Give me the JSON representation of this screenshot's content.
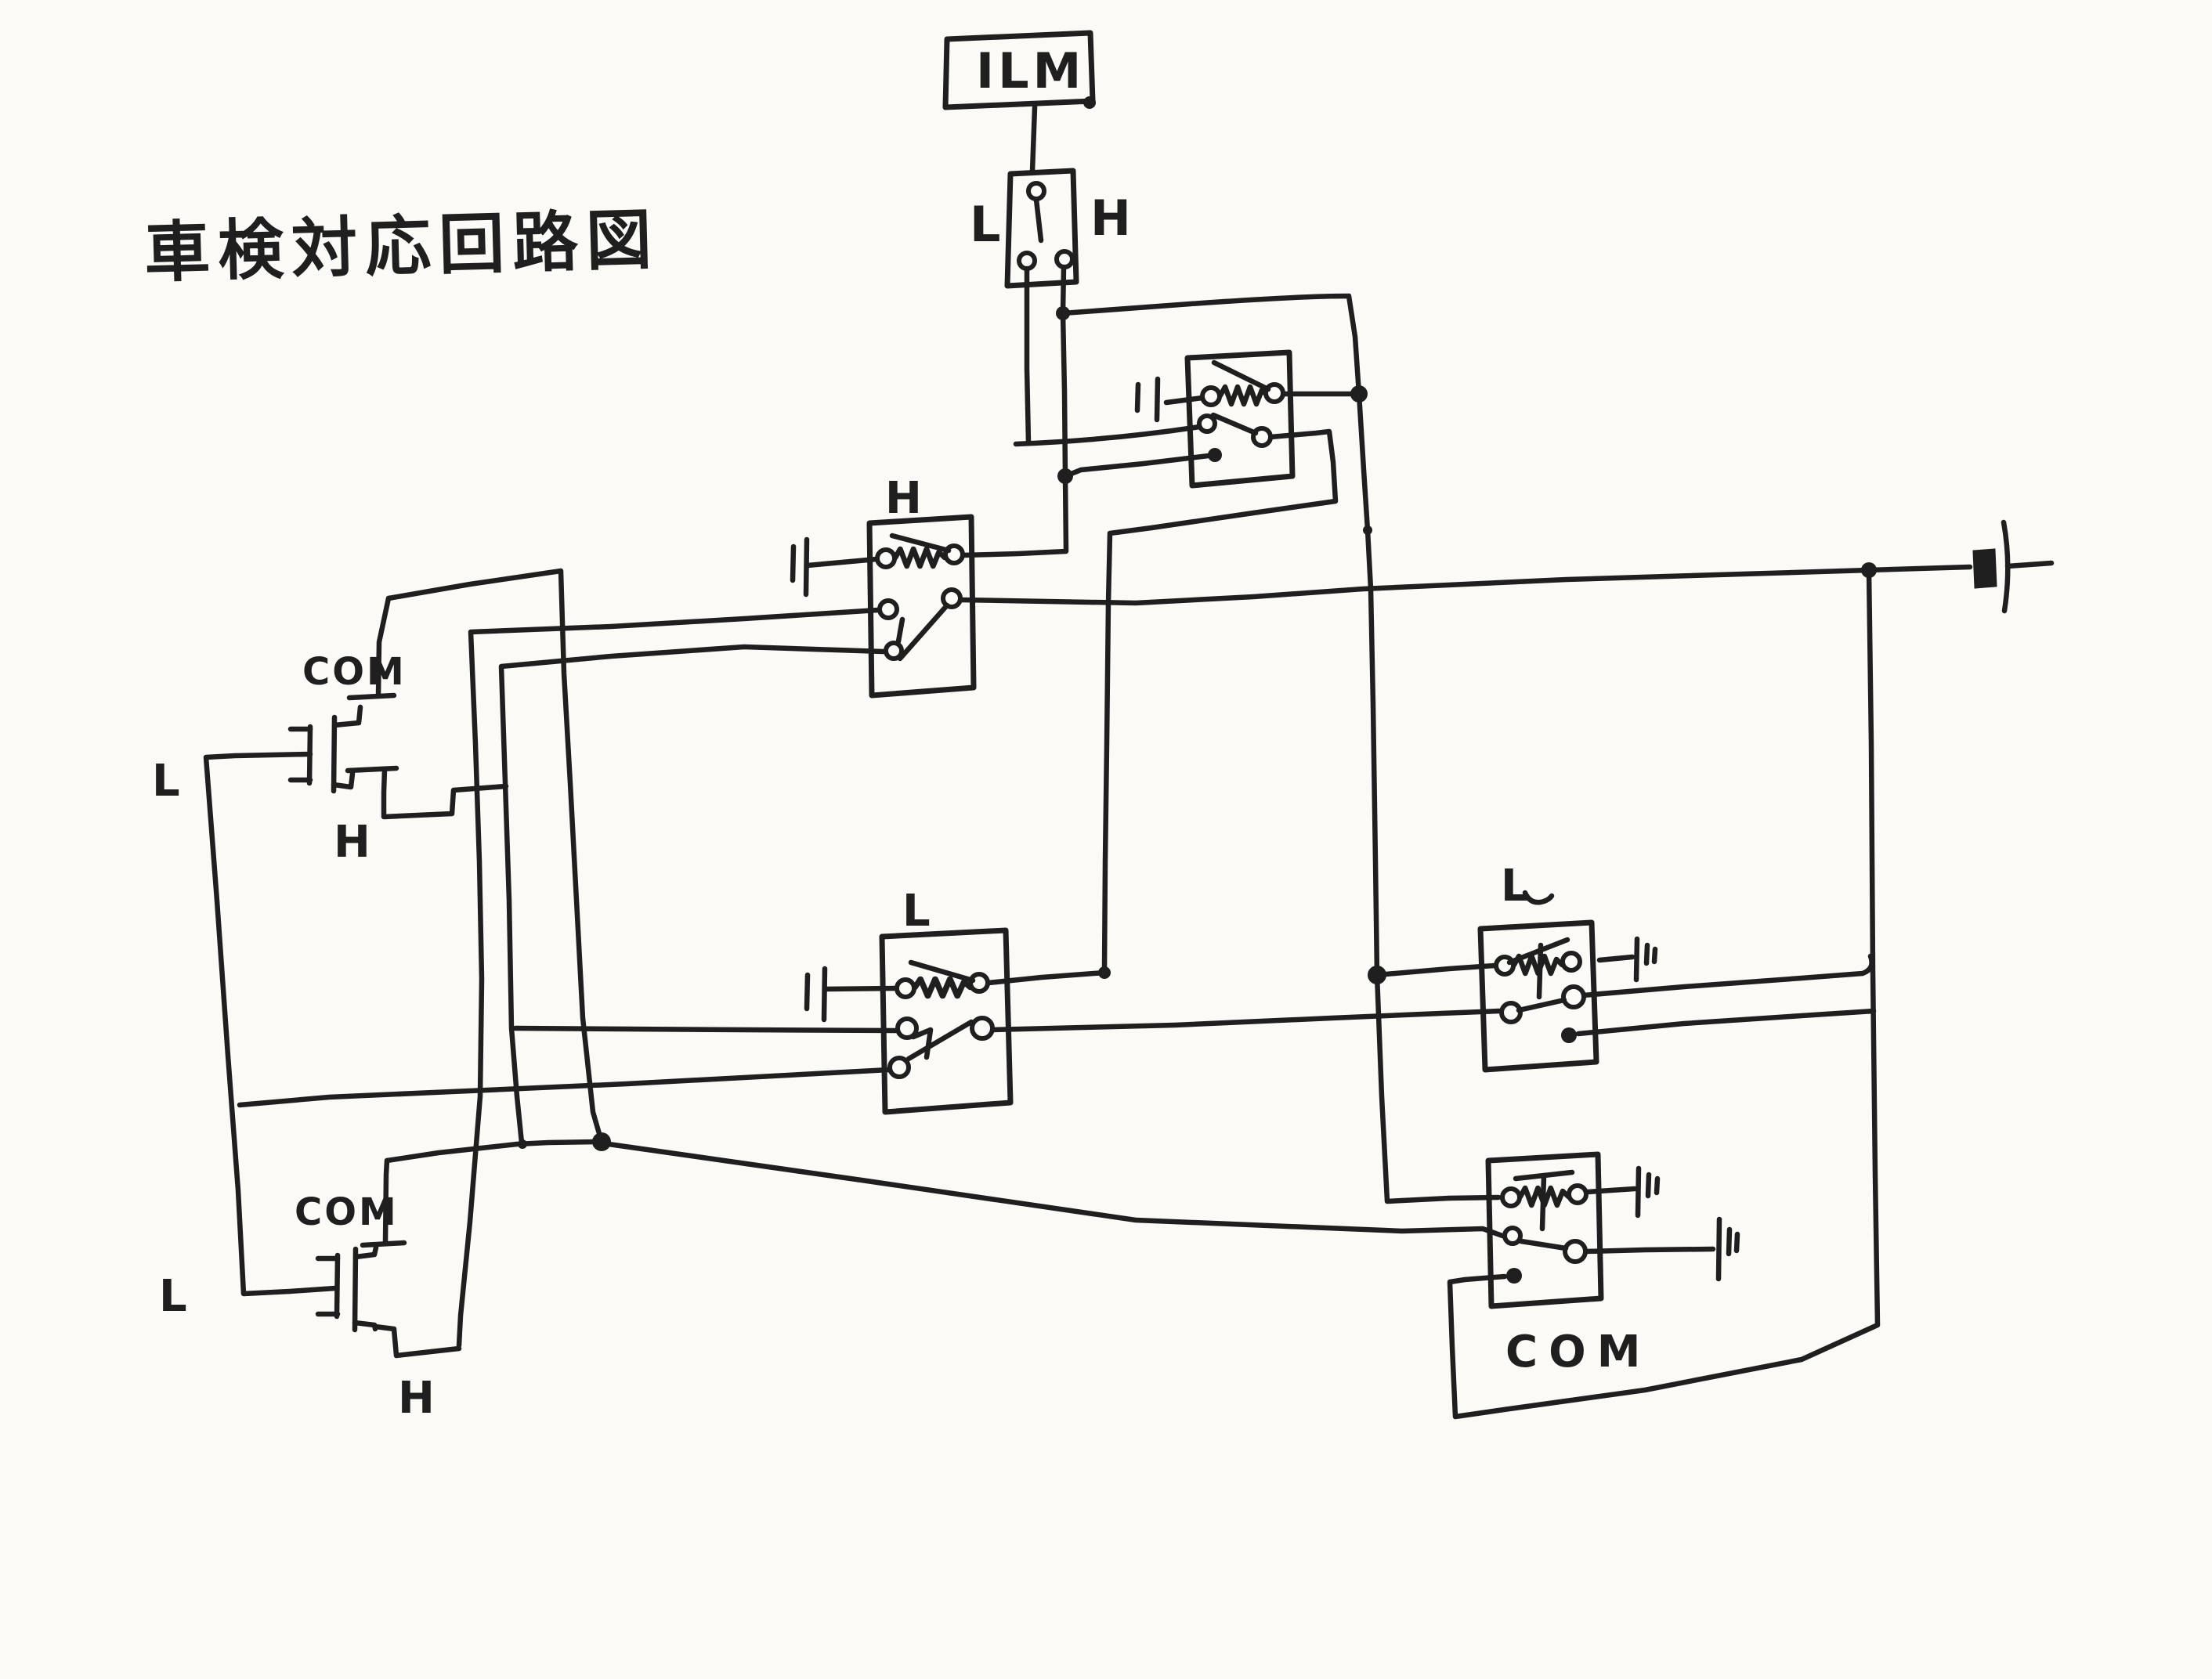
{
  "paper_color": "#fbfaf7",
  "ink_color": "#1f1f1f",
  "title": "車検対応回路図",
  "ilm_label": "ILM",
  "selector_switch": {
    "left_label": "L",
    "right_label": "H"
  },
  "relay_h_label": "H",
  "relay_l_center_label": "L",
  "relay_l_right_label": "L",
  "relay_com_label": "COM",
  "fet_upper": {
    "com_label": "COM",
    "l_label": "L",
    "h_label": "H"
  },
  "fet_lower": {
    "com_label": "COM",
    "l_label": "L",
    "h_label": "H"
  }
}
